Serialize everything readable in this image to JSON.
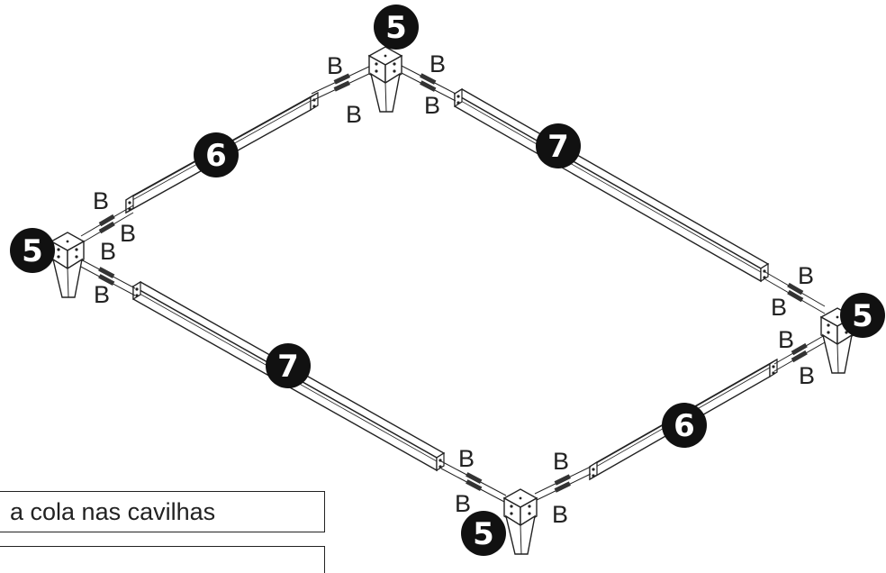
{
  "diagram": {
    "parts": {
      "leg": "5",
      "side_rail_short": "6",
      "side_rail_long": "7",
      "dowel": "B"
    },
    "caption": "a cola nas cavilhas"
  },
  "colors": {
    "ink": "#222222",
    "callout": "#111111",
    "paper": "#ffffff"
  }
}
